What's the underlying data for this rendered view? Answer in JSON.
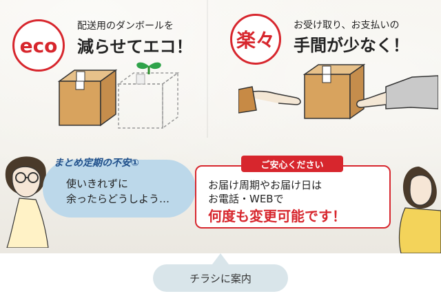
{
  "flyer": {
    "eco": {
      "badge": "eco",
      "small": "配送用のダンボールを",
      "big": "減らせてエコ！"
    },
    "raku": {
      "badge": "楽々",
      "small": "お受け取り、お支払いの",
      "big": "手間が少なく！"
    },
    "worry": {
      "title": "まとめ定期の不安①",
      "line1": "使いきれずに",
      "line2": "余ったらどうしよう…"
    },
    "reassure": {
      "tag": "ご安心ください",
      "line1": "お届け周期やお届け日は",
      "line2": "お電話・WEBで",
      "line3": "何度も変更可能です！"
    }
  },
  "caption": "チラシに案内",
  "colors": {
    "red": "#d7262d",
    "blue_bubble": "#bcd8ea",
    "pill": "#d9e5ea"
  }
}
